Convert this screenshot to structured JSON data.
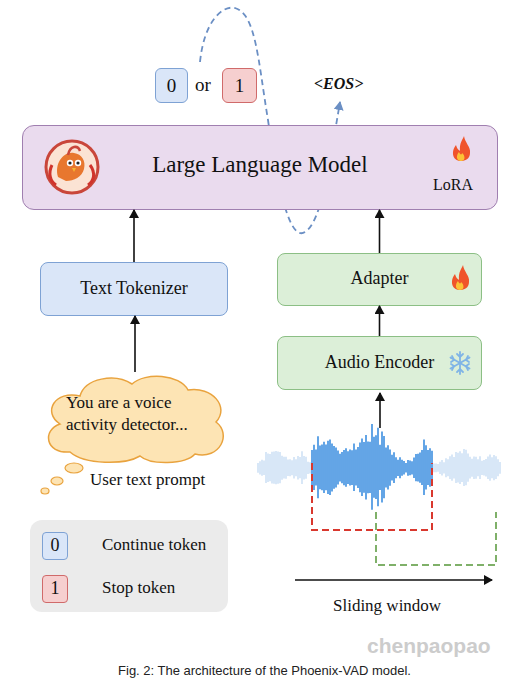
{
  "diagram": {
    "caption": "Fig. 2: The architecture of the Phoenix-VAD model.",
    "nodes": [
      {
        "text": [
          "0"
        ]
      },
      {
        "text": [
          "1"
        ]
      },
      {
        "text": [
          "Large Language Model",
          "LoRA"
        ]
      },
      {
        "text": [
          "Text Tokenizer"
        ]
      },
      {
        "text": [
          "Adapter"
        ]
      },
      {
        "text": [
          "Audio Encoder"
        ]
      },
      {
        "text": [
          "You are a voice activity detector..."
        ]
      }
    ],
    "edges": [
      {
        "from": 6,
        "to": 3,
        "arrow": "to"
      },
      {
        "from": 3,
        "to": 2,
        "arrow": "to"
      },
      {
        "from": 5,
        "to": 4,
        "arrow": "to"
      },
      {
        "from": 4,
        "to": 2,
        "arrow": "to"
      }
    ],
    "labels": [
      "or",
      "<EOS>",
      "User text prompt",
      "Sliding window",
      "0",
      "1",
      "chenpaopao"
    ],
    "legend": [
      {
        "text": "Continue token",
        "color": "#dae6f8"
      },
      {
        "text": "Stop token",
        "color": "#f6cfcf"
      }
    ]
  }
}
